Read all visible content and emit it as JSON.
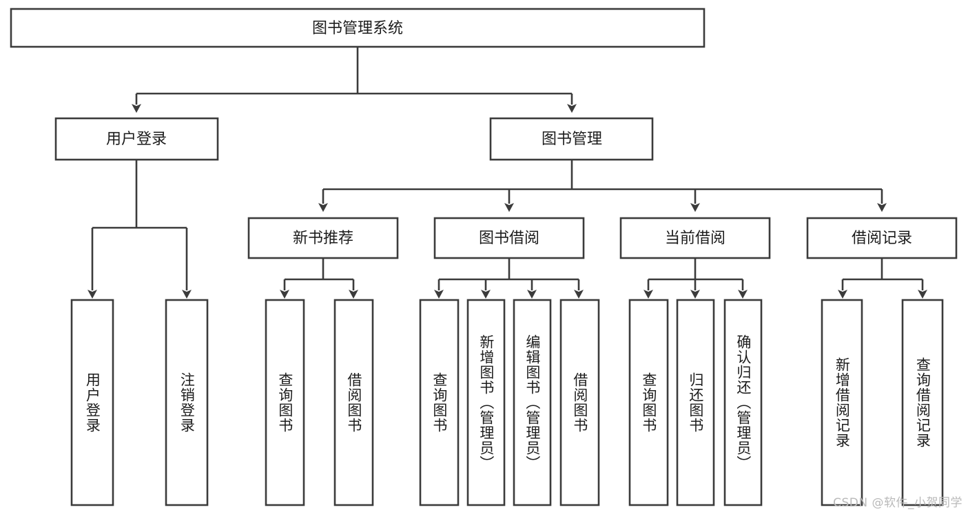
{
  "diagram": {
    "title": "图书管理系统",
    "type": "tree-hierarchy-diagram",
    "orientation": "top-down",
    "colors": {
      "stroke": "#3b3b3b",
      "node_fill": "#ffffff",
      "text": "#1c1c1c",
      "background": "#ffffff",
      "watermark": "#b9b9b9"
    },
    "root": {
      "label": "图书管理系统",
      "text_direction": "horizontal"
    },
    "level2": [
      {
        "label": "用户登录",
        "text_direction": "horizontal"
      },
      {
        "label": "图书管理",
        "text_direction": "horizontal"
      }
    ],
    "level3": [
      {
        "label": "新书推荐",
        "text_direction": "horizontal",
        "parent": "图书管理"
      },
      {
        "label": "图书借阅",
        "text_direction": "horizontal",
        "parent": "图书管理"
      },
      {
        "label": "当前借阅",
        "text_direction": "horizontal",
        "parent": "图书管理"
      },
      {
        "label": "借阅记录",
        "text_direction": "horizontal",
        "parent": "图书管理"
      }
    ],
    "leaves": [
      {
        "label": "用户登录",
        "parent": "用户登录",
        "text_direction": "vertical"
      },
      {
        "label": "注销登录",
        "parent": "用户登录",
        "text_direction": "vertical"
      },
      {
        "label": "查询图书",
        "parent": "新书推荐",
        "text_direction": "vertical"
      },
      {
        "label": "借阅图书",
        "parent": "新书推荐",
        "text_direction": "vertical"
      },
      {
        "label": "查询图书",
        "parent": "图书借阅",
        "text_direction": "vertical"
      },
      {
        "label": "新增图书（管理员）",
        "parent": "图书借阅",
        "text_direction": "vertical"
      },
      {
        "label": "编辑图书（管理员）",
        "parent": "图书借阅",
        "text_direction": "vertical"
      },
      {
        "label": "借阅图书",
        "parent": "图书借阅",
        "text_direction": "vertical"
      },
      {
        "label": "查询图书",
        "parent": "当前借阅",
        "text_direction": "vertical"
      },
      {
        "label": "归还图书",
        "parent": "当前借阅",
        "text_direction": "vertical"
      },
      {
        "label": "确认归还（管理员）",
        "parent": "当前借阅",
        "text_direction": "vertical"
      },
      {
        "label": "新增借阅记录",
        "parent": "借阅记录",
        "text_direction": "vertical"
      },
      {
        "label": "查询借阅记录",
        "parent": "借阅记录",
        "text_direction": "vertical"
      }
    ]
  },
  "watermark": {
    "text": "CSDN @软件_小贺同学"
  }
}
